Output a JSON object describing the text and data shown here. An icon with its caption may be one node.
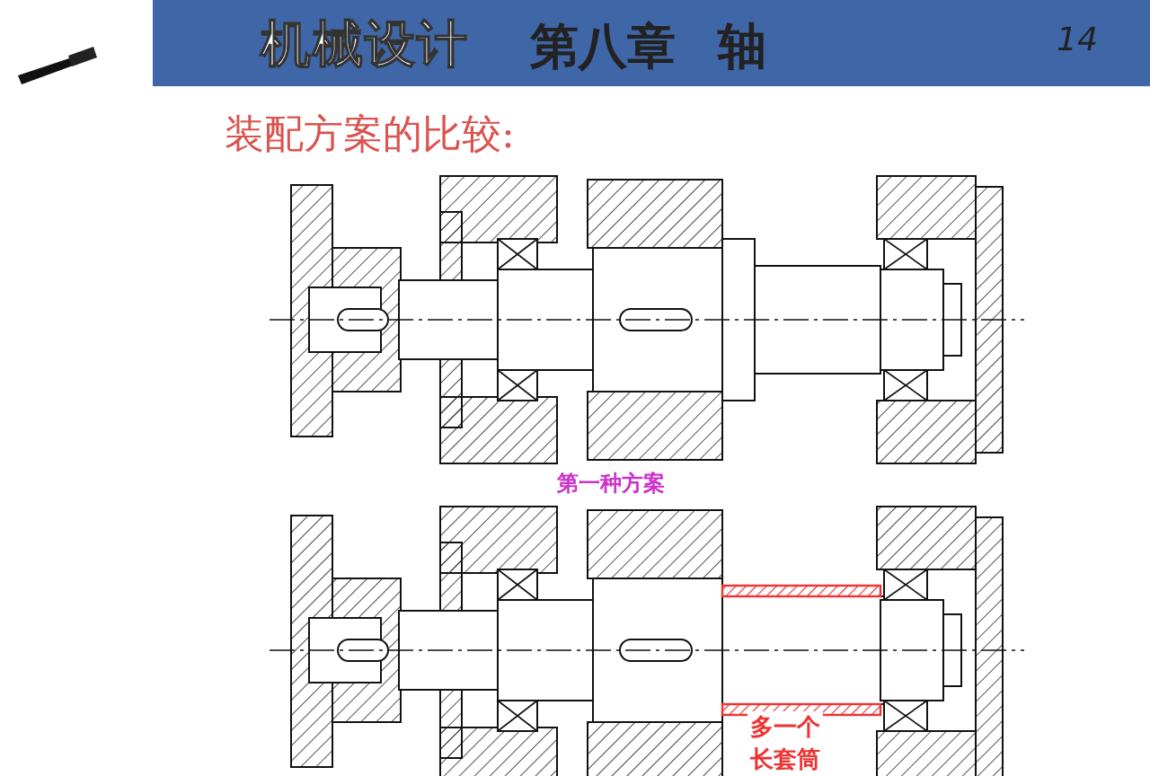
{
  "diagram": {
    "labels": [
      "机械设计",
      "第八章 轴",
      "14",
      "装配方案的比较:",
      "第一种方案",
      "多一个长套筒"
    ]
  }
}
